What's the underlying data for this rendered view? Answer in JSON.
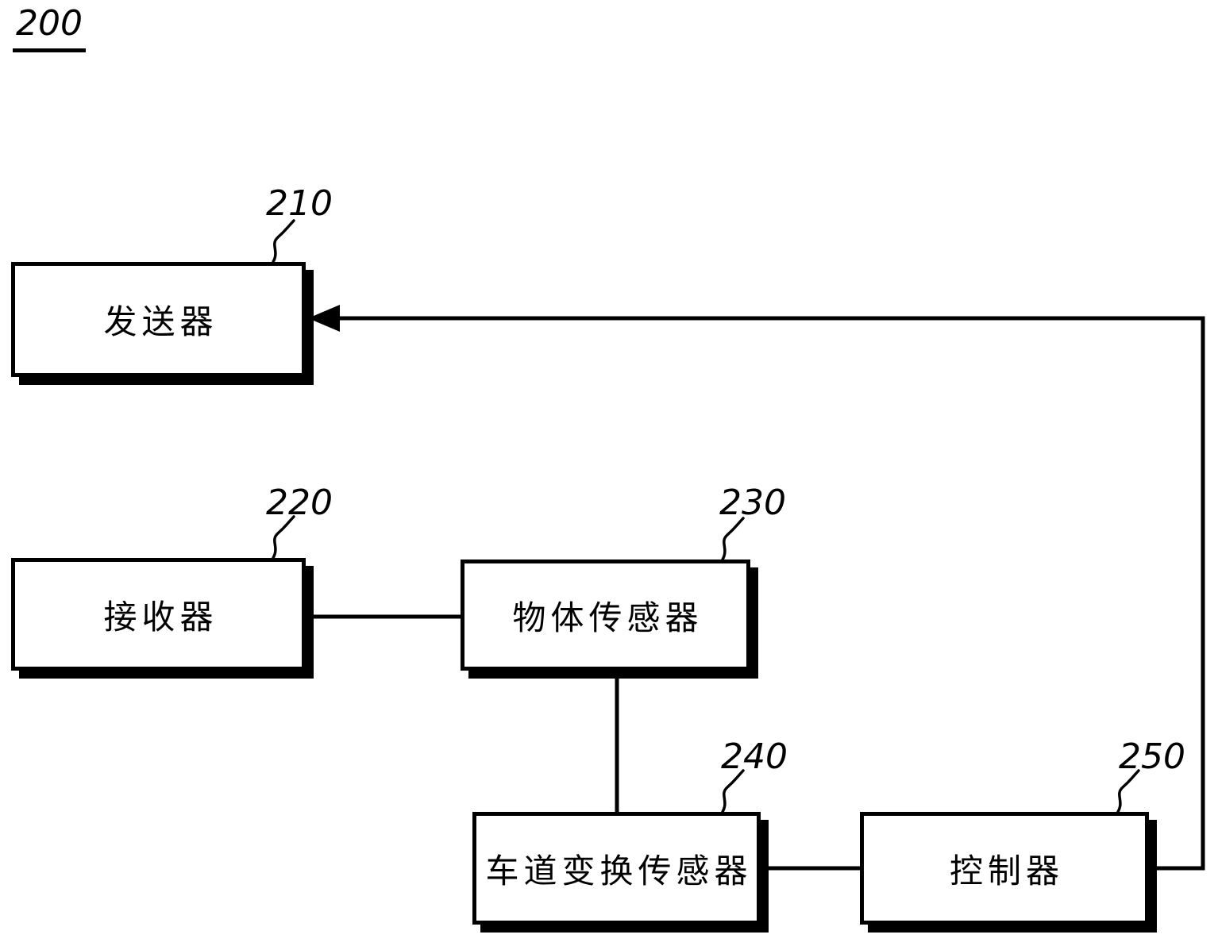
{
  "figure": {
    "ref_label": "200",
    "ink_color": "#000000",
    "background_color": "#ffffff"
  },
  "blocks": [
    {
      "ref": "210",
      "label": "发送器"
    },
    {
      "ref": "220",
      "label": "接收器"
    },
    {
      "ref": "230",
      "label": "物体传感器"
    },
    {
      "ref": "240",
      "label": "车道变换传感器"
    },
    {
      "ref": "250",
      "label": "控制器"
    }
  ],
  "connections": [
    {
      "name": "controller-to-transmitter",
      "type": "arrow"
    },
    {
      "name": "receiver-to-object-sensor",
      "type": "line"
    },
    {
      "name": "object-sensor-to-lane-change-sensor",
      "type": "line"
    },
    {
      "name": "lane-change-sensor-to-controller",
      "type": "line"
    }
  ]
}
